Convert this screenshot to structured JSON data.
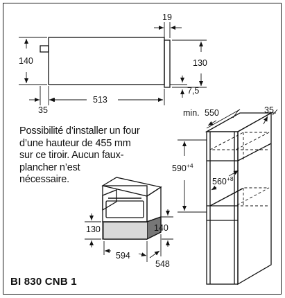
{
  "dims": {
    "top_thickness": "19",
    "depth_height": "140",
    "front_height": "130",
    "front_offset": "7,5",
    "back_offset": "35",
    "depth": "513",
    "niche_depth_prefix": "min.",
    "niche_depth": "550",
    "cabinet_offset": "35",
    "niche_height_base": "590",
    "niche_height_sup": "+4",
    "inner_width_base": "560",
    "inner_width_sup": "+8",
    "drawer_left_height": "130",
    "drawer_right_height": "140",
    "drawer_width": "594",
    "drawer_depth": "548"
  },
  "note": {
    "lines": [
      "Possibilité d’installer un four",
      "d’une hauteur de 455 mm",
      "sur ce tiroir. Aucun faux-",
      "plancher n’est",
      "nécessaire."
    ]
  },
  "model": "BI 830 CNB 1"
}
